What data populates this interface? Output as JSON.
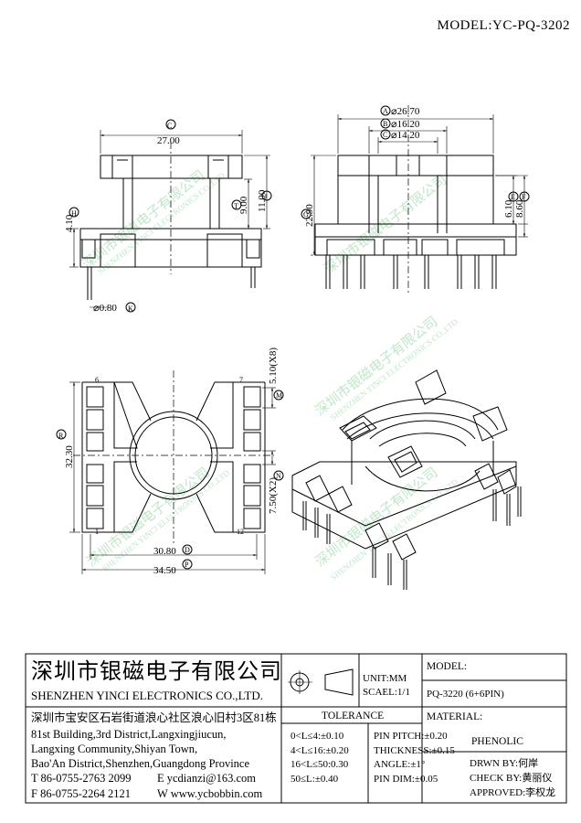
{
  "header": {
    "model": "MODEL:YC-PQ-3202"
  },
  "watermark": {
    "text_cn": "深圳市银磁电子有限公司",
    "text_en": "SHENZHEN YINCI ELECTRONICS CO.,LTD."
  },
  "front_view": {
    "dim_c": "27.00",
    "dim_t": "9.00",
    "dim_j": "11.00",
    "dim_h": "4.10",
    "dim_k": "⌀0.80"
  },
  "side_view": {
    "dim_a": "⌀26.70",
    "dim_b": "⌀16.20",
    "dim_c": "⌀14.20",
    "dim_g": "22.90",
    "dim_e": "6.10",
    "dim_f": "8.60"
  },
  "bottom_view": {
    "dim_m": "5.10(X8)",
    "dim_n": "7.50(X2)",
    "dim_r": "32.30",
    "dim_d": "30.80",
    "dim_p": "34.50",
    "pin_6": "6",
    "pin_7": "7",
    "pin_1": "1",
    "pin_12": "12"
  },
  "balloons": {
    "a": "A",
    "b": "B",
    "c": "C",
    "d": "D",
    "e": "E",
    "f": "F",
    "g": "G",
    "h": "H",
    "j": "J",
    "k": "K",
    "m": "M",
    "n": "N",
    "p": "P",
    "r": "R",
    "t": "T"
  },
  "title_block": {
    "company_cn": "深圳市银磁电子有限公司",
    "company_en": "SHENZHEN YINCI ELECTRONICS CO.,LTD.",
    "address_cn": "深圳市宝安区石岩街道浪心社区浪心旧村3区81栋",
    "address_en1": "81st Building,3rd District,Langxingjiucun,",
    "address_en2": "Langxing Community,Shiyan Town,",
    "address_en3": "Bao'An District,Shenzhen,Guangdong Province",
    "tel": "T 86-0755-2763 2099",
    "email": "E ycdianzi@163.com",
    "fax": "F 86-0755-2264 2121",
    "web": "W www.ycbobbin.com",
    "unit": "UNIT:MM",
    "scale": "SCAEL:1/1",
    "model_label": "MODEL:",
    "model_value": "PQ-3220 (6+6PIN)",
    "tolerance_title": "TOLERANCE",
    "tol1": "0<L≤4:±0.10",
    "tol2": "4<L≤16:±0.20",
    "tol3": "16<L≤50:0.30",
    "tol4": "50≤L:±0.40",
    "pin_pitch": "PIN PITCH:±0.20",
    "thickness": "THICKNESS:±0.15",
    "angle": "ANGLE:±1°",
    "pin_dim": "PIN DIM:±0.05",
    "material_label": "MATERIAL:",
    "material_value": "PHENOLIC",
    "drawn_by": "DRWN BY:何岸",
    "check_by": "CHECK BY:黄丽仪",
    "approved": "APPROVED:李权龙"
  }
}
